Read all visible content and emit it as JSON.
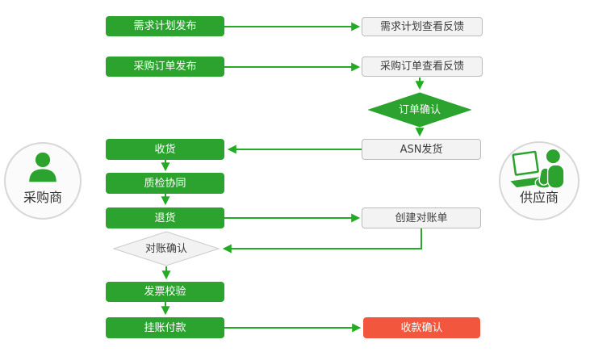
{
  "actors": {
    "buyer": {
      "label": "采购商",
      "icon": "person-icon"
    },
    "supplier": {
      "label": "供应商",
      "icon": "person-at-laptop-icon"
    }
  },
  "nodes": {
    "demand_plan_publish": {
      "label": "需求计划发布",
      "type": "process",
      "owner": "buyer"
    },
    "demand_plan_feedback": {
      "label": "需求计划查看反馈",
      "type": "process",
      "owner": "supplier"
    },
    "po_publish": {
      "label": "采购订单发布",
      "type": "process",
      "owner": "buyer"
    },
    "po_feedback": {
      "label": "采购订单查看反馈",
      "type": "process",
      "owner": "supplier"
    },
    "order_confirm": {
      "label": "订单确认",
      "type": "decision",
      "owner": "supplier"
    },
    "asn_ship": {
      "label": "ASN发货",
      "type": "process",
      "owner": "supplier"
    },
    "receive": {
      "label": "收货",
      "type": "process",
      "owner": "buyer"
    },
    "quality_check": {
      "label": "质检协同",
      "type": "process",
      "owner": "buyer"
    },
    "return_goods": {
      "label": "退货",
      "type": "process",
      "owner": "buyer"
    },
    "create_statement": {
      "label": "创建对账单",
      "type": "process",
      "owner": "supplier"
    },
    "reconcile_confirm": {
      "label": "对账确认",
      "type": "decision",
      "owner": "buyer"
    },
    "invoice_verify": {
      "label": "发票校验",
      "type": "process",
      "owner": "buyer"
    },
    "payment": {
      "label": "挂账付款",
      "type": "process",
      "owner": "buyer"
    },
    "receipt_confirm": {
      "label": "收款确认",
      "type": "terminal",
      "owner": "supplier"
    }
  },
  "edges": [
    {
      "from": "demand_plan_publish",
      "to": "demand_plan_feedback"
    },
    {
      "from": "po_publish",
      "to": "po_feedback"
    },
    {
      "from": "po_feedback",
      "to": "order_confirm"
    },
    {
      "from": "order_confirm",
      "to": "asn_ship"
    },
    {
      "from": "asn_ship",
      "to": "receive"
    },
    {
      "from": "receive",
      "to": "quality_check"
    },
    {
      "from": "quality_check",
      "to": "return_goods"
    },
    {
      "from": "return_goods",
      "to": "create_statement"
    },
    {
      "from": "create_statement",
      "to": "reconcile_confirm"
    },
    {
      "from": "reconcile_confirm",
      "to": "invoice_verify"
    },
    {
      "from": "invoice_verify",
      "to": "payment"
    },
    {
      "from": "payment",
      "to": "receipt_confirm"
    }
  ],
  "colors": {
    "green_box": "#2ba32e",
    "green_arrow": "#23ac23",
    "red_box": "#f2563c",
    "white_box_bg": "#f3f3f3",
    "white_box_border": "#bcbcbc",
    "diamond_bg": "#f2f2f2",
    "diamond_border": "#cccccc",
    "text_dark": "#3d3d3d",
    "circle_bg": "#fbfbfb",
    "circle_border": "#d7d7d7",
    "actor_text": "#333333"
  }
}
